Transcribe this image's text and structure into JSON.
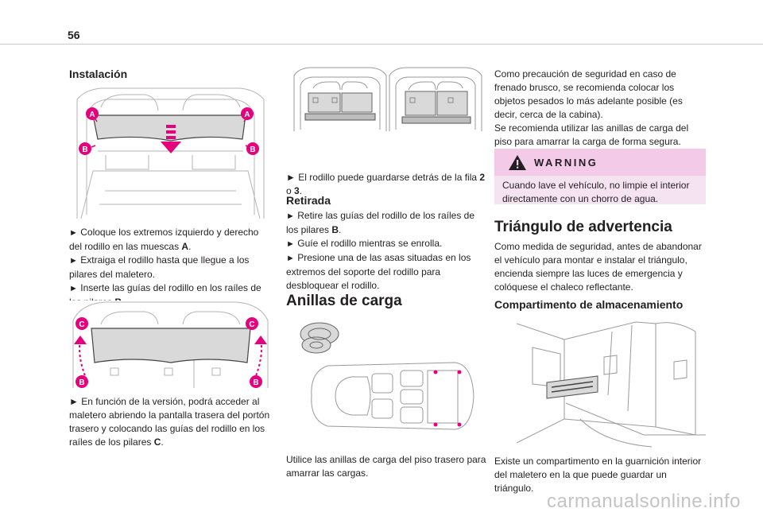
{
  "page_number": "56",
  "col1": {
    "heading": "Instalación",
    "bullets_a": [
      {
        "text": "Coloque los extremos izquierdo y derecho del rodillo en las muescas ",
        "bold": "A",
        "tail": "."
      },
      {
        "text": "Extraiga el rodillo hasta que llegue a los pilares del maletero.",
        "bold": "",
        "tail": ""
      },
      {
        "text": "Inserte las guías del rodillo en los raíles de los pilares ",
        "bold": "B",
        "tail": "."
      }
    ],
    "bullet_b": {
      "text": "En función de la versión, podrá acceder al maletero abriendo la pantalla trasera del portón trasero y colocando las guías del rodillo en los raíles de los pilares ",
      "bold": "C",
      "tail": "."
    },
    "fig1_labels": {
      "a": "A",
      "b": "B"
    },
    "fig2_labels": {
      "c": "C",
      "b": "B"
    }
  },
  "col2": {
    "store_bullet": {
      "text": "El rodillo puede guardarse detrás de la fila ",
      "bold1": "2",
      "mid": " o ",
      "bold2": "3",
      "tail": "."
    },
    "removal_heading": "Retirada",
    "removal_bullets": [
      {
        "text": "Retire las guías del rodillo de los raíles de los pilares ",
        "bold": "B",
        "tail": "."
      },
      {
        "text": "Guíe el rodillo mientras se enrolla.",
        "bold": "",
        "tail": ""
      },
      {
        "text": "Presione una de las asas situadas en los extremos del soporte del rodillo para desbloquear el rodillo.",
        "bold": "",
        "tail": ""
      }
    ],
    "rings_heading": "Anillas de carga",
    "rings_text": "Utilice las anillas de carga del piso trasero para amarrar las cargas."
  },
  "col3": {
    "intro_p1": "Como precaución de seguridad en caso de frenado brusco, se recomienda colocar los objetos pesados lo más adelante posible (es decir, cerca de la cabina).",
    "intro_p2": "Se recomienda utilizar las anillas de carga del piso para amarrar la carga de forma segura.",
    "warning_title": "WARNING",
    "warning_text": "Cuando lave el vehículo, no limpie el interior directamente con un chorro de agua.",
    "triangle_heading": "Triángulo de advertencia",
    "triangle_text": "Como medida de seguridad, antes de abandonar el vehículo para montar e instalar el triángulo, encienda siempre las luces de emergencia y colóquese el chaleco reflectante.",
    "storage_heading": "Compartimento de almacenamiento",
    "storage_text": "Existe un compartimento en la guarnición interior del maletero en la que puede guardar un triángulo."
  },
  "watermark": "carmanualsonline.info",
  "colors": {
    "accent_pink": "#e5007e",
    "warning_head": "#f3cbe9",
    "warning_body": "#f5e3f2"
  },
  "icons": {
    "bullet": "arrow-right-icon",
    "warning": "warning-triangle-icon"
  }
}
